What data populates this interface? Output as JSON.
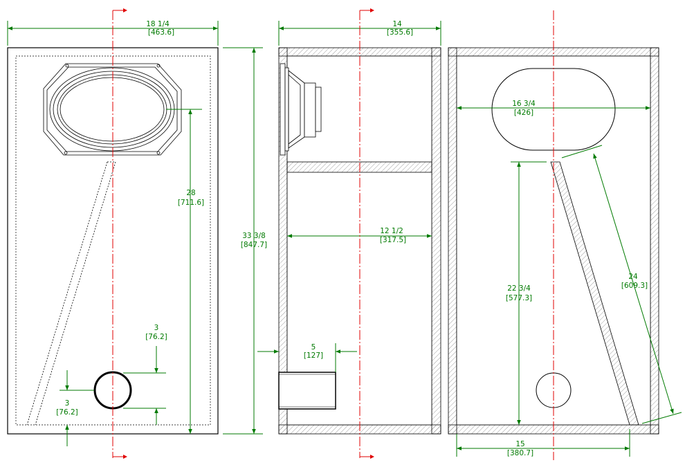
{
  "front_view": {
    "width_label": "18 1/4",
    "width_label_mm": "[463.6]",
    "height_label": "33 3/8",
    "height_label_mm": "[847.7]",
    "driver_height_label": "28",
    "driver_height_label_mm": "[711.6]",
    "port_offset_label": "3",
    "port_offset_label_mm": "[76.2]",
    "port_bottom_label": "3",
    "port_bottom_label_mm": "[76.2]"
  },
  "side_view": {
    "depth_label": "14",
    "depth_label_mm": "[355.6]",
    "inner_depth_label": "12 1/2",
    "inner_depth_label_mm": "[317.5]",
    "port_length_label": "5",
    "port_length_label_mm": "[127]"
  },
  "rear_view": {
    "opening_width_label": "16 3/4",
    "opening_width_label_mm": "[426]",
    "slant_height_label": "22 3/4",
    "slant_height_label_mm": "[577.3]",
    "slant_length_label": "24",
    "slant_length_label_mm": "[609.3]",
    "bottom_width_label": "15",
    "bottom_width_label_mm": "[380.7]"
  }
}
